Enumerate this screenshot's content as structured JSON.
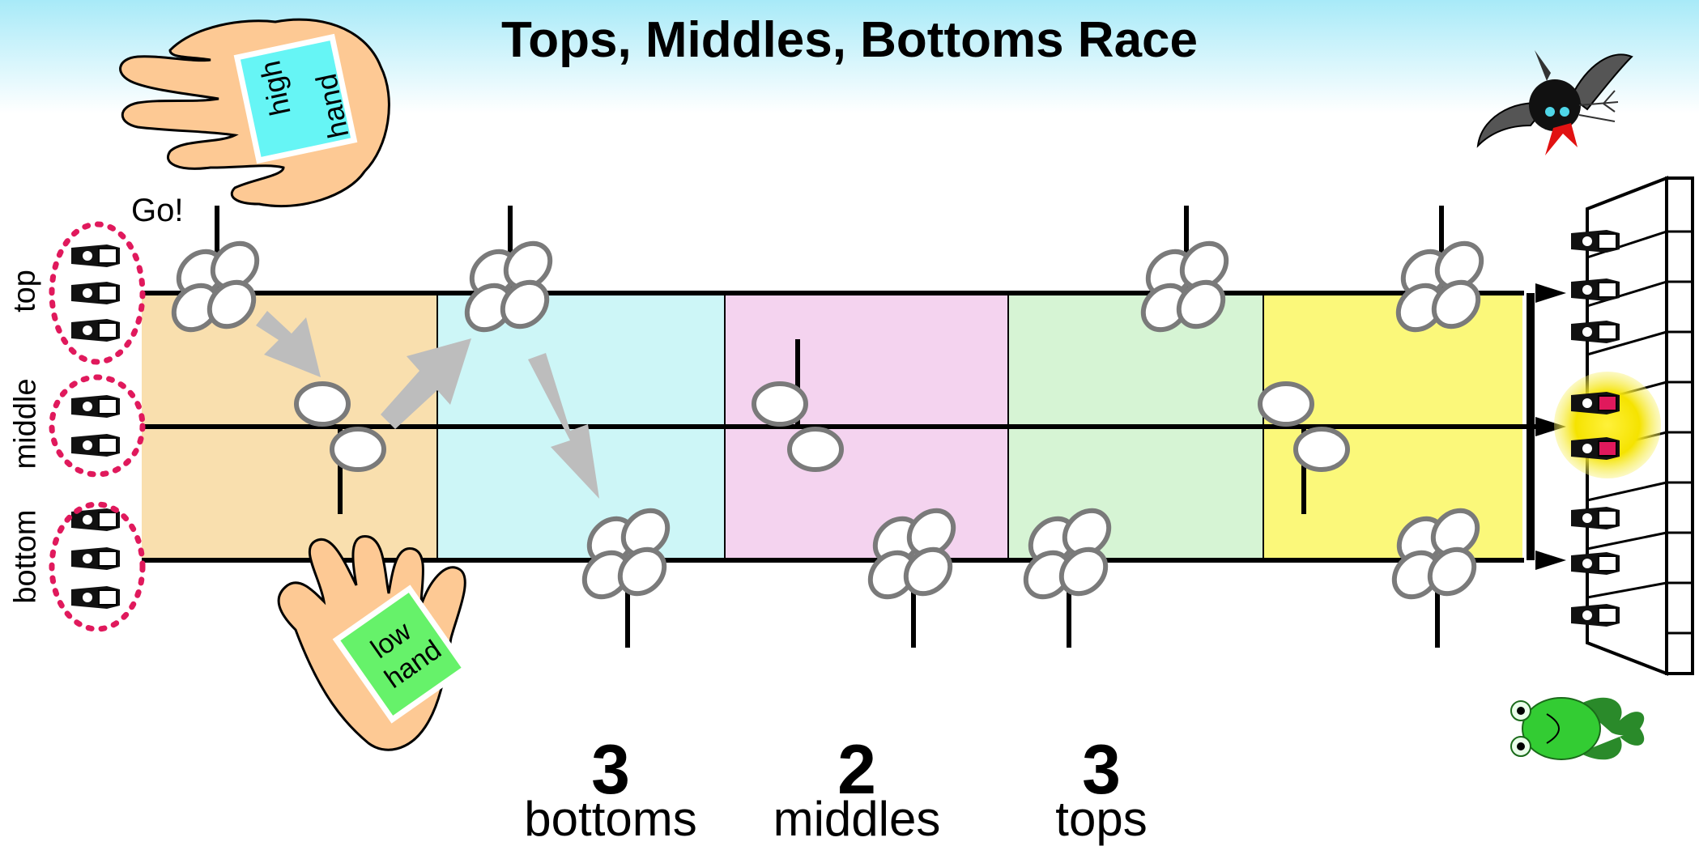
{
  "title": "Tops, Middles, Bottoms Race",
  "start_label": "Go!",
  "rows": [
    {
      "id": "top",
      "label": "top"
    },
    {
      "id": "middle",
      "label": "middle"
    },
    {
      "id": "bottom",
      "label": "bottom"
    }
  ],
  "high_hand": {
    "line1": "high",
    "line2": "hand",
    "color": "#66f5f5"
  },
  "low_hand": {
    "line1": "low",
    "line2": "hand",
    "color": "#66f26a"
  },
  "zones": [
    {
      "color": "#f9dfae"
    },
    {
      "color": "#cdf6f7"
    },
    {
      "color": "#f4d3ef"
    },
    {
      "color": "#d6f4d4"
    },
    {
      "color": "#fbf87a"
    }
  ],
  "counts": [
    {
      "value": "3",
      "caption": "bottoms"
    },
    {
      "value": "2",
      "caption": "middles"
    },
    {
      "value": "3",
      "caption": "tops"
    }
  ],
  "colors": {
    "accent_pink": "#e0195c",
    "sun_glow": "#f5e300",
    "note_stroke": "#7a7a7a",
    "arrow": "#bcbcbc",
    "frog": "#33cc33"
  }
}
